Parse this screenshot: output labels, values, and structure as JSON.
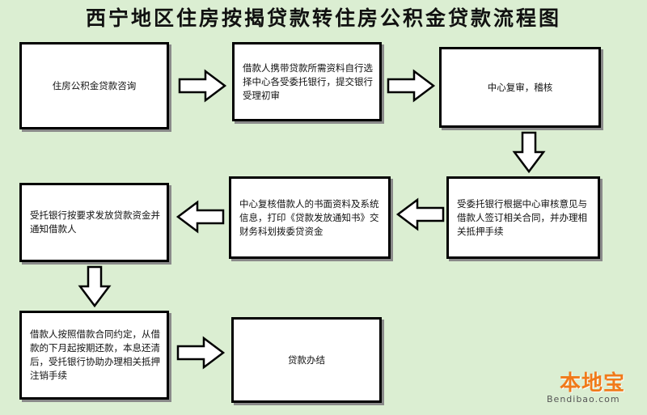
{
  "title": "西宁地区住房按揭贷款转住房公积金贷款流程图",
  "steps": [
    {
      "text": "住房公积金贷款咨询"
    },
    {
      "text": "借款人携带贷款所需资料自行选择中心各受委托银行，提交银行受理初审"
    },
    {
      "text": "中心复审，稽核"
    },
    {
      "text": "受委托银行根据中心审核意见与借款人签订相关合同，并办理相关抵押手续"
    },
    {
      "text": "中心复核借款人的书面资料及系统信息，打印《贷款发放通知书》交财务科划拨委贷资金"
    },
    {
      "text": "受托银行按要求发放贷款资金并通知借款人"
    },
    {
      "text": "借款人按照借款合同约定，从借款的下月起按期还款，本息还清后，受托银行协助办理相关抵押注销手续"
    },
    {
      "text": "贷款办结"
    }
  ],
  "watermark": {
    "brand": "本地宝",
    "site": "Bendibao.com"
  },
  "colors": {
    "background": "#dbeed2",
    "box_fill": "#ffffff",
    "box_border": "#000000",
    "arrow_fill": "#ffffff",
    "logo_orange": "#f07a1a"
  }
}
